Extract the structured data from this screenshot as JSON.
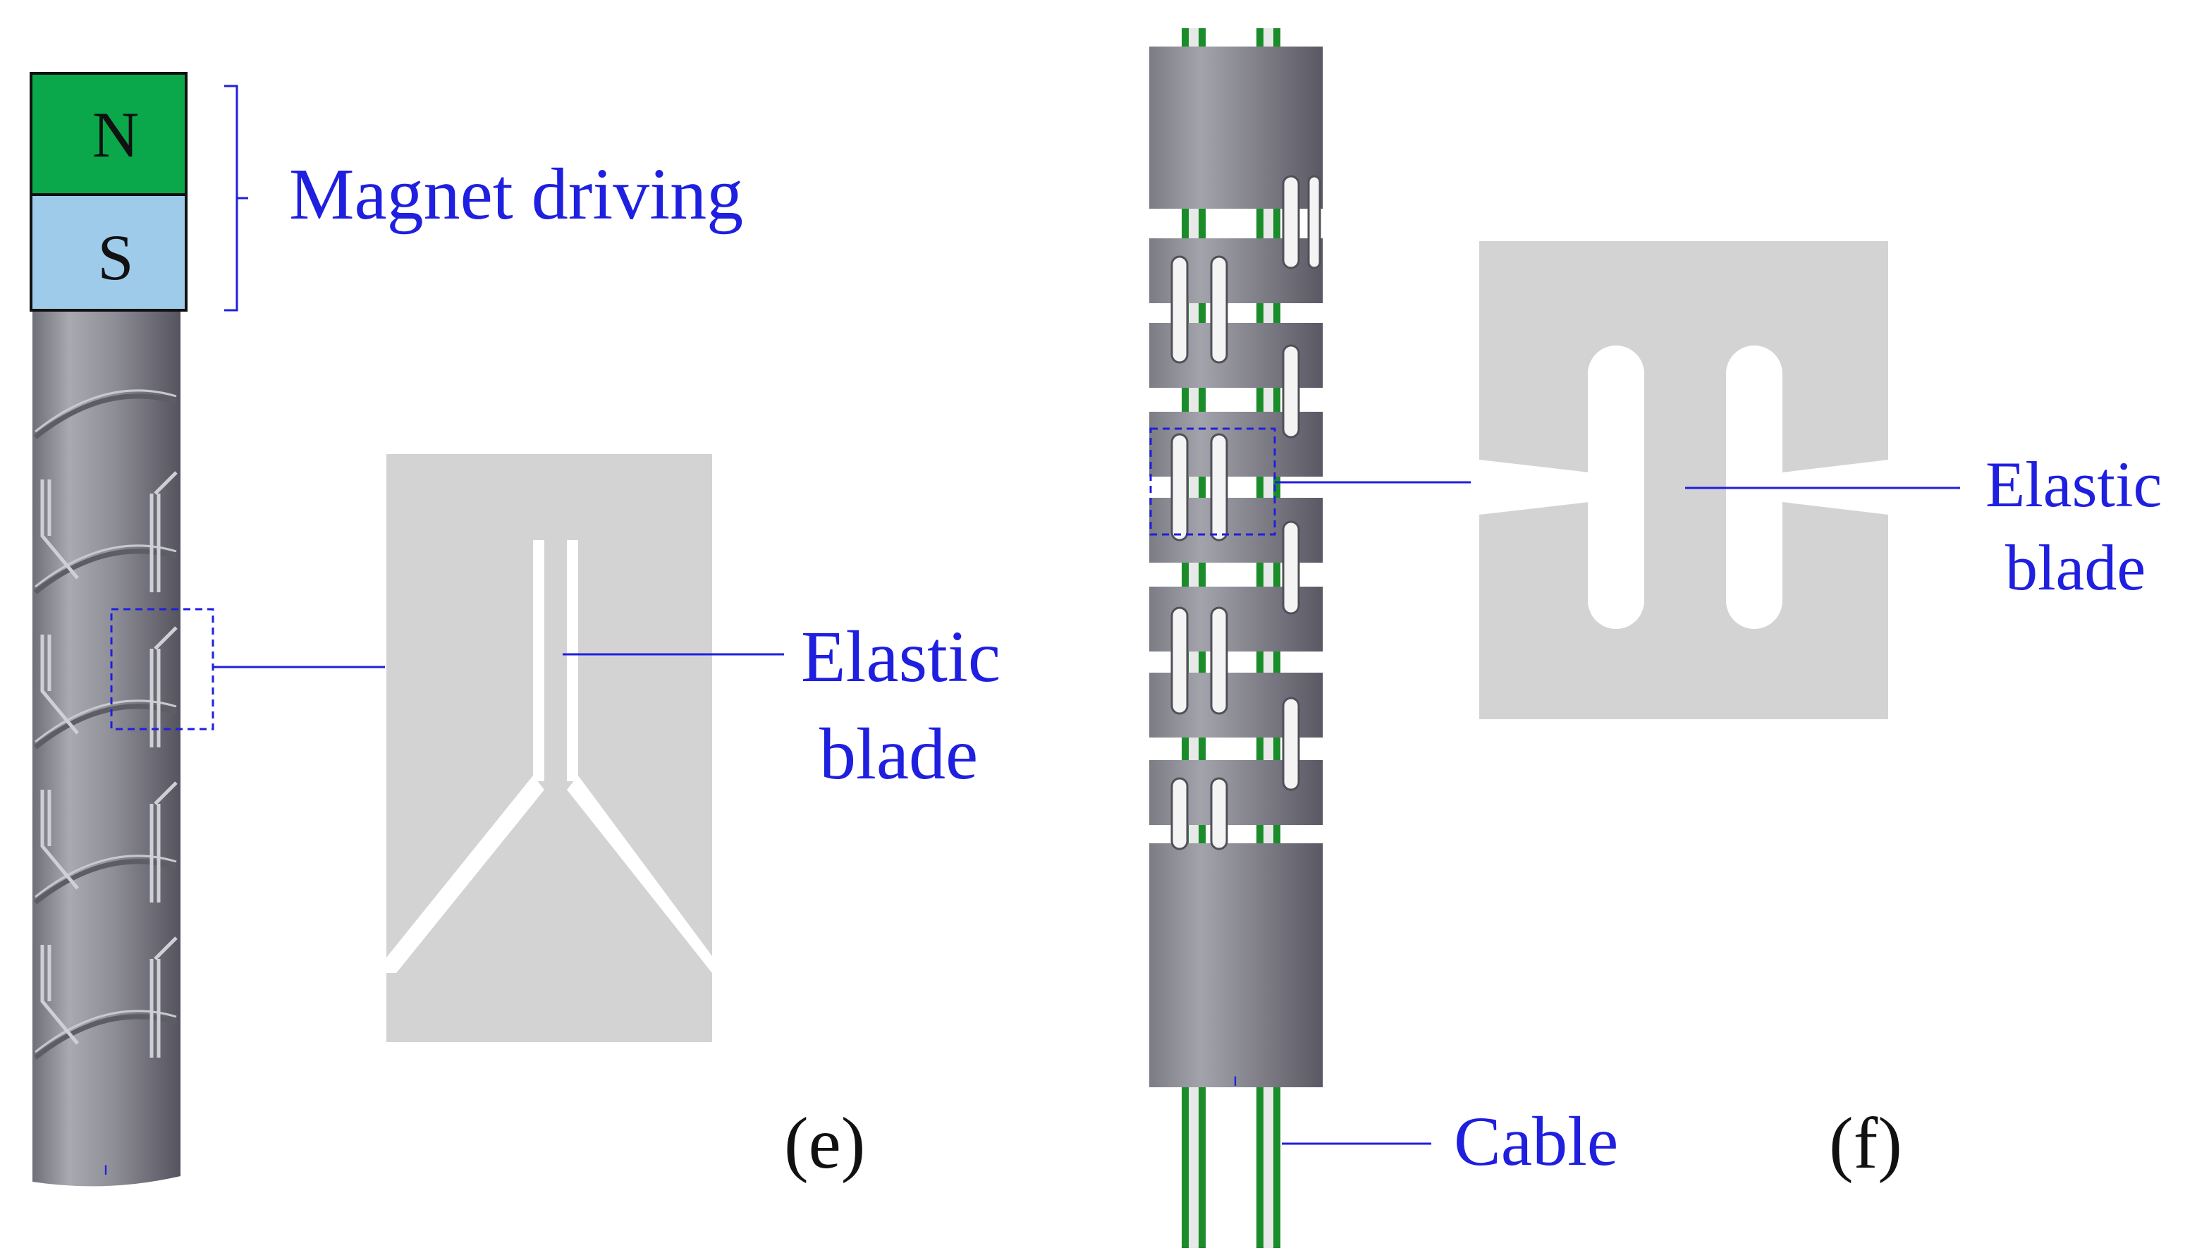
{
  "colors": {
    "annotation_blue": "#1f1fe0",
    "magnet_north": "#0aa84a",
    "magnet_south": "#9fcbea",
    "tube_gray": "#8d8d95",
    "blade_panel": "#d3d3d3",
    "cable_green": "#1a8c2a"
  },
  "panel_e": {
    "magnet": {
      "north_label": "N",
      "south_label": "S"
    },
    "magnet_label": "Magnet driving",
    "blade_label_line1": "Elastic",
    "blade_label_line2": "blade",
    "panel_label": "(e)"
  },
  "panel_f": {
    "blade_label_line1": "Elastic",
    "blade_label_line2": "blade",
    "cable_label": "Cable",
    "panel_label": "(f)"
  }
}
